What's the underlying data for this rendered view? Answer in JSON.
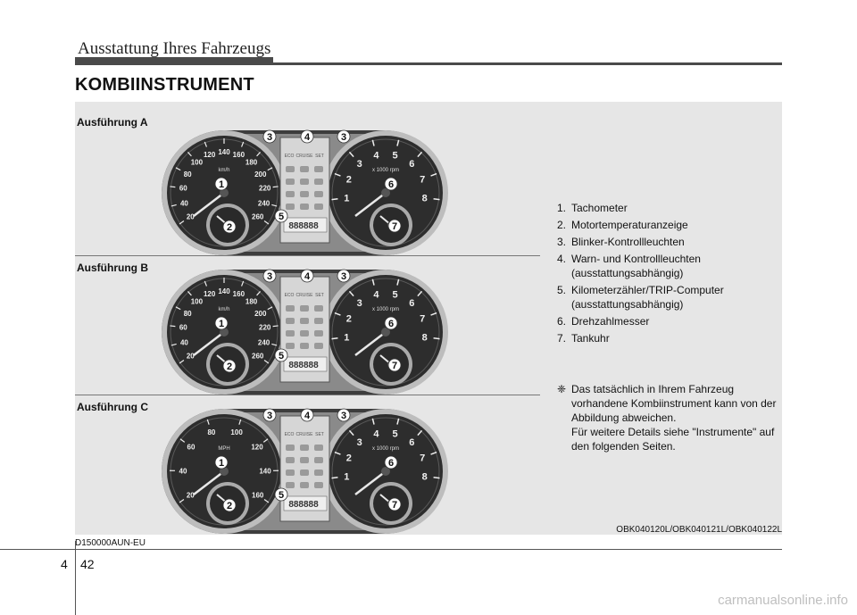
{
  "header": {
    "title": "Ausstattung Ihres Fahrzeugs"
  },
  "section": {
    "title": "KOMBIINSTRUMENT"
  },
  "variants": [
    {
      "label": "Ausführung A",
      "speed_labels": [
        "20",
        "40",
        "60",
        "80",
        "100",
        "120",
        "140",
        "160",
        "180",
        "200",
        "220",
        "240",
        "260"
      ],
      "unit": "km/h"
    },
    {
      "label": "Ausführung B",
      "speed_labels": [
        "20",
        "40",
        "60",
        "80",
        "100",
        "120",
        "140",
        "160",
        "180",
        "200",
        "220",
        "240",
        "260"
      ],
      "unit": "km/h"
    },
    {
      "label": "Ausführung C",
      "speed_labels": [
        "20",
        "40",
        "60",
        "80",
        "100",
        "120",
        "140",
        "160"
      ],
      "unit": "MPH"
    }
  ],
  "cluster": {
    "rpm_labels": [
      "1",
      "2",
      "3",
      "4",
      "5",
      "6",
      "7",
      "8"
    ],
    "rpm_unit": "x 1000 rpm",
    "odo_readout": "888888",
    "display_text": [
      "ECO",
      "CRUISE",
      "SET"
    ],
    "callouts": {
      "tachometer": "1",
      "temperature": "2",
      "turn_left": "3",
      "warning": "4",
      "turn_right": "3",
      "odometer": "5",
      "rpm": "6",
      "fuel": "7"
    }
  },
  "legend": {
    "items": [
      {
        "num": "1.",
        "text": "Tachometer"
      },
      {
        "num": "2.",
        "text": "Motortemperaturanzeige"
      },
      {
        "num": "3.",
        "text": "Blinker-Kontrollleuchten"
      },
      {
        "num": "4.",
        "text": "Warn- und Kontrollleuchten (ausstattungsabhängig)"
      },
      {
        "num": "5.",
        "text": "Kilometerzähler/TRIP-Computer (ausstattungsabhängig)"
      },
      {
        "num": "6.",
        "text": "Drehzahlmesser"
      },
      {
        "num": "7.",
        "text": "Tankuhr"
      }
    ],
    "note_symbol": "❈",
    "note": "Das tatsächlich in Ihrem Fahrzeug vorhandene Kombiinstrument kann von der Abbildung abweichen.\nFür weitere Details siehe \"Instrumente\" auf den folgenden Seiten."
  },
  "image_code": "OBK040120L/OBK040121L/OBK040122L",
  "doc_code": "D150000AUN-EU",
  "footer": {
    "chapter": "4",
    "page": "42"
  },
  "watermark": "carmanualsonline.info"
}
